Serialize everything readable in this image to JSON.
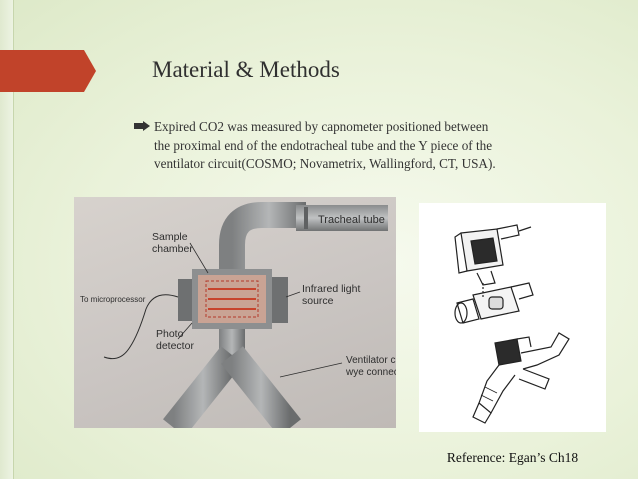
{
  "slide": {
    "title": "Material & Methods",
    "bullet_lines": [
      "Expired CO2 was measured by capnometer positioned between",
      "the proximal end of the endotracheal tube and the Y piece of the",
      "ventilator circuit(COSMO; Novametrix, Wallingford, CT, USA)."
    ],
    "reference": "Reference: Egan’s Ch18"
  },
  "figure_left": {
    "label_tracheal_tube": "Tracheal tube",
    "label_sample": "Sample",
    "label_chamber": "chamber",
    "label_microprocessor": "To microprocessor",
    "label_infrared_1": "Infrared light",
    "label_infrared_2": "source",
    "label_photo_1": "Photo",
    "label_photo_2": "detector",
    "label_vent_1": "Ventilator cir",
    "label_vent_2": "wye connect"
  },
  "colors": {
    "accent_red": "#c1432a",
    "background": "#eaf2da",
    "title_text": "#303030"
  }
}
